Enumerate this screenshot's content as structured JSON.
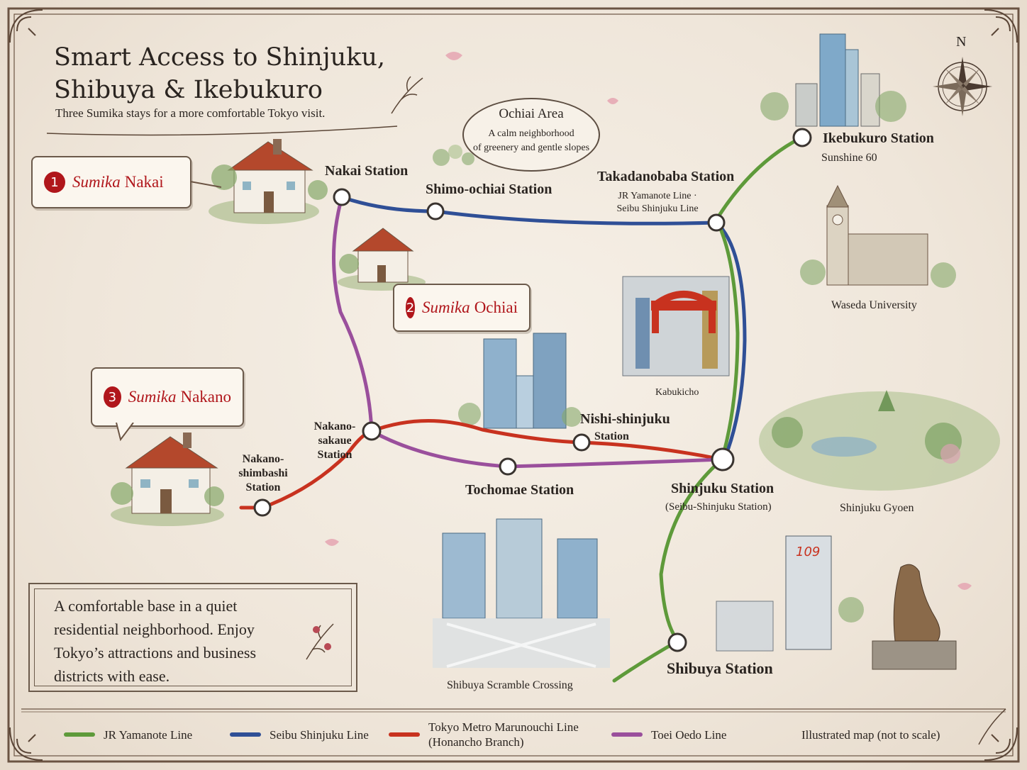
{
  "title": "Smart Access to Shinjuku, Shibuya & Ikebukuro",
  "subtitle": "Three Sumika stays for a more comfortable Tokyo visit.",
  "compass_label": "N",
  "colors": {
    "jr_yamanote": "#5e9a3a",
    "seibu_shinjuku": "#2f4f96",
    "marunouchi": "#c8321f",
    "oedo": "#9a4f9c",
    "accent_red": "#b0161b"
  },
  "properties": [
    {
      "number": "1",
      "brand": "Sumika",
      "place": "Nakai"
    },
    {
      "number": "2",
      "brand": "Sumika",
      "place": "Ochiai"
    },
    {
      "number": "3",
      "brand": "Sumika",
      "place": "Nakano"
    }
  ],
  "area_note": {
    "title": "Ochiai Area",
    "text_line1": "A calm neighborhood",
    "text_line2": "of greenery and gentle slopes"
  },
  "stations": {
    "nakai": "Nakai Station",
    "shimo_ochiai": "Shimo-ochiai Station",
    "takadanobaba": "Takadanobaba Station",
    "takadanobaba_lines_1": "JR Yamanote Line ·",
    "takadanobaba_lines_2": "Seibu Shinjuku Line",
    "ikebukuro": "Ikebukuro Station",
    "nakano_sakaue_1": "Nakano-",
    "nakano_sakaue_2": "sakaue",
    "nakano_sakaue_3": "Station",
    "nakano_shimbashi_1": "Nakano-",
    "nakano_shimbashi_2": "shimbashi",
    "nakano_shimbashi_3": "Station",
    "nishi_shinjuku_1": "Nishi-shinjuku",
    "nishi_shinjuku_2": "Station",
    "tochomae": "Tochomae Station",
    "shinjuku": "Shinjuku Station",
    "shinjuku_sub": "(Seibu-Shinjuku Station)",
    "shibuya": "Shibuya Station"
  },
  "landmarks": {
    "sunshine": "Sunshine 60",
    "waseda": "Waseda University",
    "kabukicho": "Kabukicho",
    "gyoen": "Shinjuku Gyoen",
    "scramble": "Shibuya Scramble Crossing"
  },
  "description": "A comfortable base in a quiet residential neighborhood. Enjoy Tokyo’s attractions and business districts with ease.",
  "legend": [
    {
      "label": "JR Yamanote Line",
      "color": "#5e9a3a"
    },
    {
      "label": "Seibu Shinjuku Line",
      "color": "#2f4f96"
    },
    {
      "label_line1": "Tokyo Metro Marunouchi Line",
      "label_line2": "(Honancho Branch)",
      "color": "#c8321f"
    },
    {
      "label": "Toei Oedo Line",
      "color": "#9a4f9c"
    }
  ],
  "scale_note": "Illustrated map (not to scale)"
}
